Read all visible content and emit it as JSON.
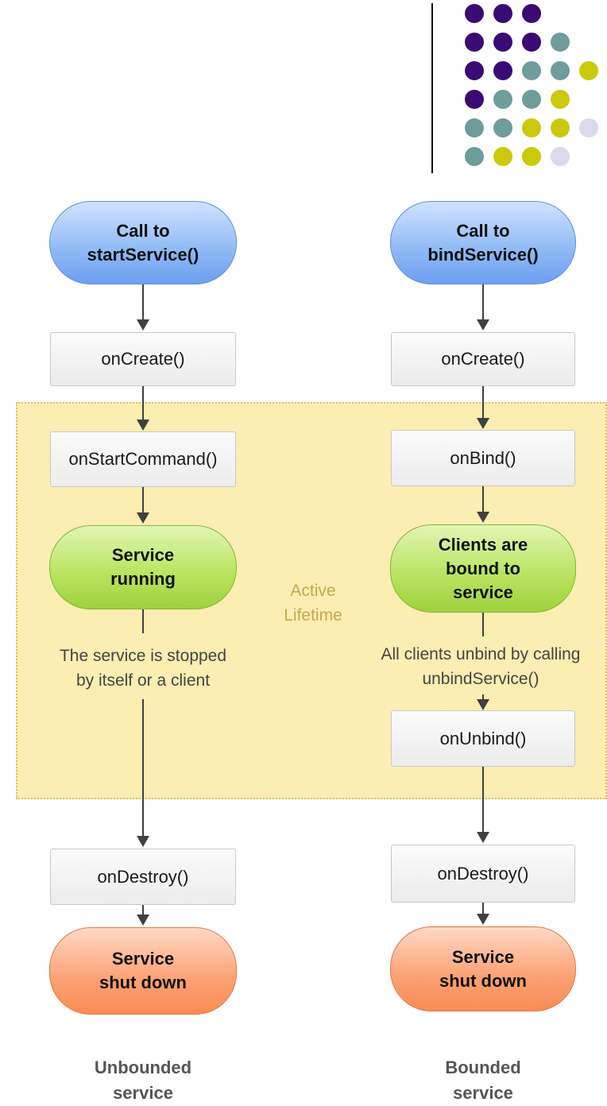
{
  "decor": {
    "dot_colors": {
      "purple": "#3a0b73",
      "teal": "#6e9d9b",
      "yellow": "#ccc90c",
      "lavender": "#d9d8ec"
    }
  },
  "active_lifetime": {
    "line1": "Active",
    "line2": "Lifetime"
  },
  "unbounded": {
    "start": {
      "line1": "Call to",
      "line2": "startService()"
    },
    "on_create": "onCreate()",
    "on_start_command": "onStartCommand()",
    "running": {
      "line1": "Service",
      "line2": "running"
    },
    "note": {
      "line1": "The service is stopped",
      "line2": "by itself or a client"
    },
    "on_destroy": "onDestroy()",
    "shutdown": {
      "line1": "Service",
      "line2": "shut down"
    },
    "caption": {
      "line1": "Unbounded",
      "line2": "service"
    }
  },
  "bounded": {
    "start": {
      "line1": "Call to",
      "line2": "bindService()"
    },
    "on_create": "onCreate()",
    "on_bind": "onBind()",
    "clients": {
      "line1": "Clients are",
      "line2": "bound to",
      "line3": "service"
    },
    "note": {
      "line1": "All clients unbind by calling",
      "line2": "unbindService()"
    },
    "on_unbind": "onUnbind()",
    "on_destroy": "onDestroy()",
    "shutdown": {
      "line1": "Service",
      "line2": "shut down"
    },
    "caption": {
      "line1": "Bounded",
      "line2": "service"
    }
  }
}
